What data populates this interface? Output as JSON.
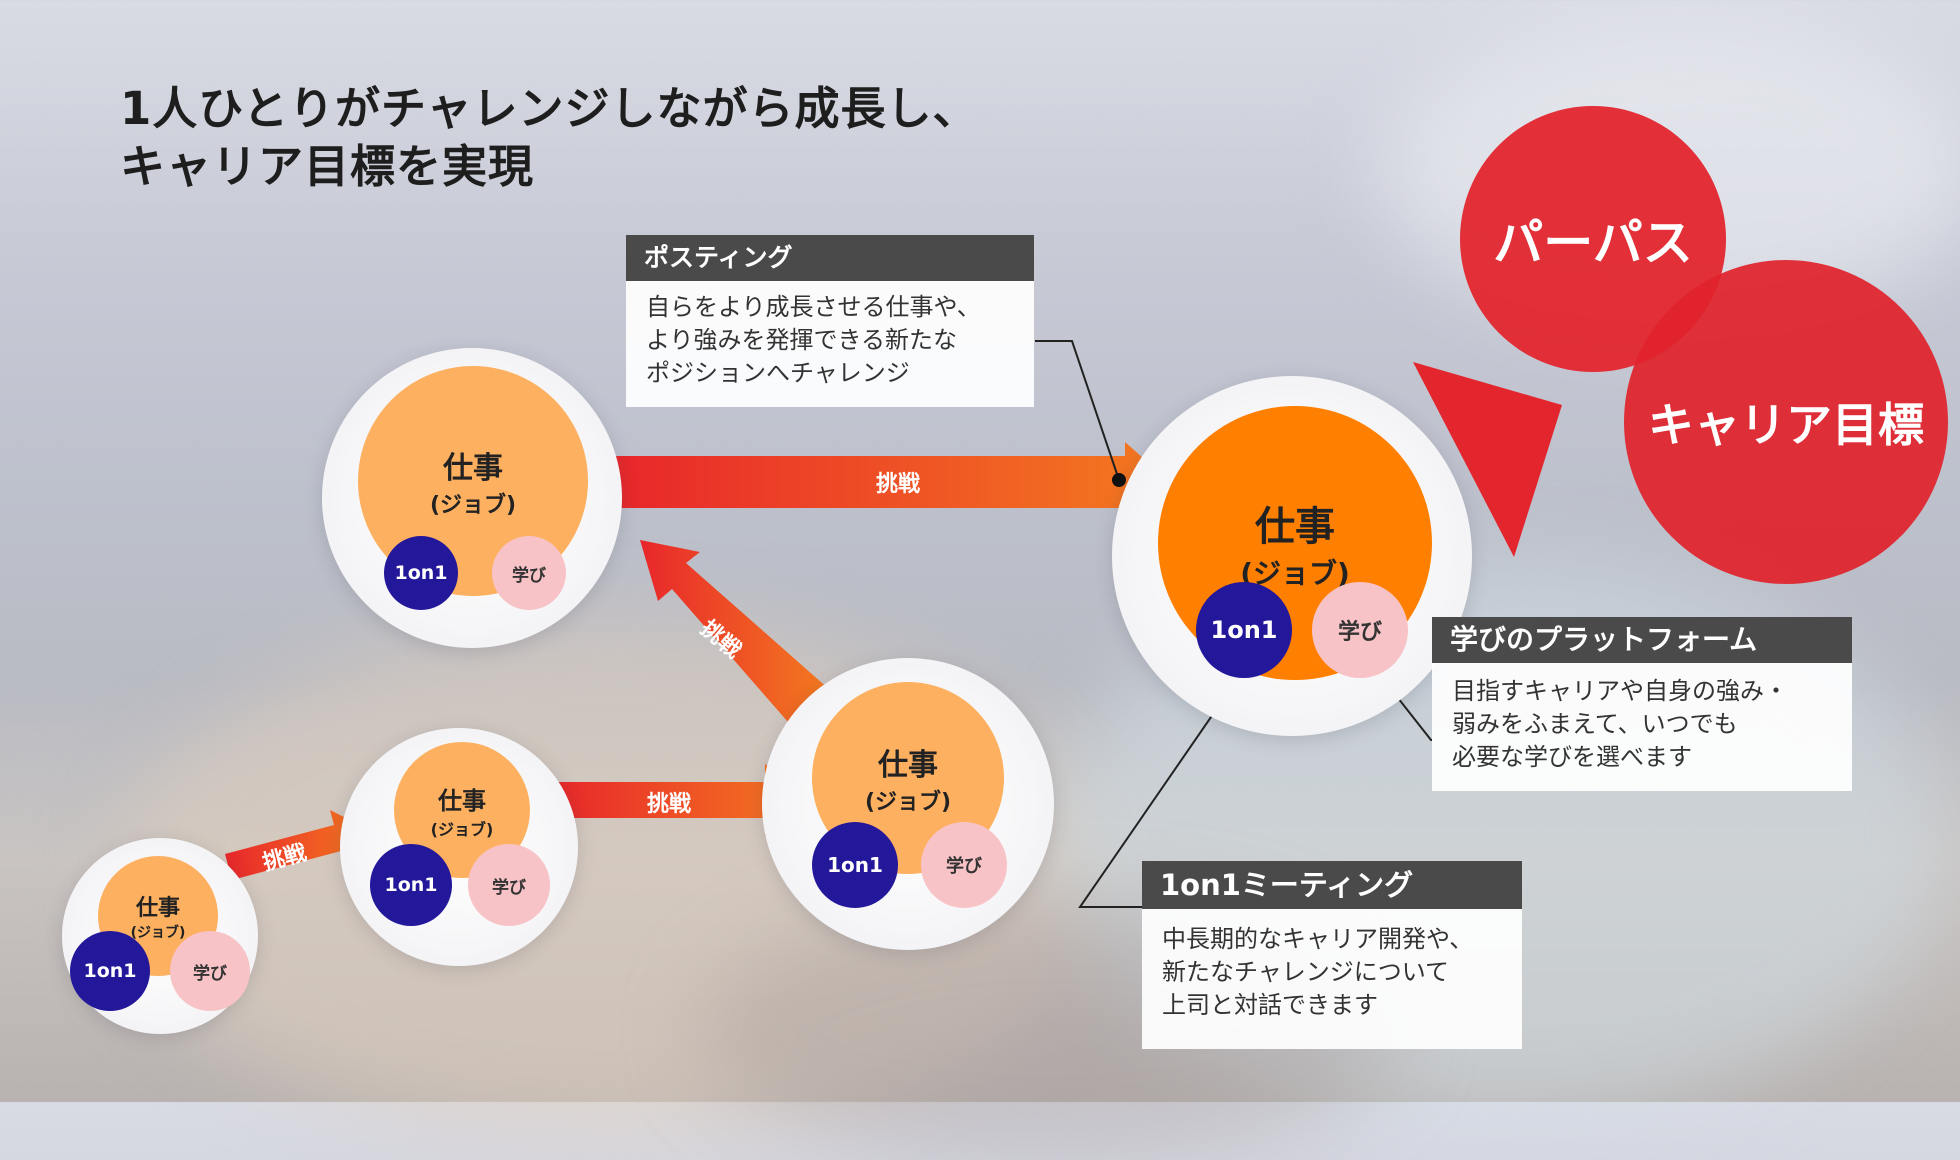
{
  "title": {
    "line1": "1人ひとりがチャレンジしながら成長し、",
    "line2": "キャリア目標を実現"
  },
  "nodes": [
    {
      "job_title": "仕事",
      "job_sub": "(ジョブ)",
      "one": "1on1",
      "learn": "学び"
    },
    {
      "job_title": "仕事",
      "job_sub": "(ジョブ)",
      "one": "1on1",
      "learn": "学び"
    },
    {
      "job_title": "仕事",
      "job_sub": "(ジョブ)",
      "one": "1on1",
      "learn": "学び"
    },
    {
      "job_title": "仕事",
      "job_sub": "(ジョブ)",
      "one": "1on1",
      "learn": "学び"
    },
    {
      "job_title": "仕事",
      "job_sub": "(ジョブ)",
      "one": "1on1",
      "learn": "学び"
    }
  ],
  "arrows": [
    "挑戦",
    "挑戦",
    "挑戦",
    "挑戦"
  ],
  "callouts": {
    "posting": {
      "heading": "ポスティング",
      "lines": [
        "自らをより成長させる仕事や、",
        "より強みを発揮できる新たな",
        "ポジションへチャレンジ"
      ]
    },
    "platform": {
      "heading": "学びのプラットフォーム",
      "lines": [
        "目指すキャリアや自身の強み・",
        "弱みをふまえて、いつでも",
        "必要な学びを選べます"
      ]
    },
    "meeting": {
      "heading": "1on1ミーティング",
      "lines": [
        "中長期的なキャリア開発や、",
        "新たなチャレンジについて",
        "上司と対話できます"
      ]
    }
  },
  "goals": {
    "purpose": "パーパス",
    "career": "キャリア目標"
  },
  "colors": {
    "job_large": "#ff7f00",
    "job_small": "#fdb060",
    "one_on_one": "#23179a",
    "learning": "#f8c3c7",
    "arrow_start": "#e8262b",
    "arrow_end": "#f47a1f",
    "goal_red": "#e3262e",
    "callout_header": "#4a4a4a"
  }
}
